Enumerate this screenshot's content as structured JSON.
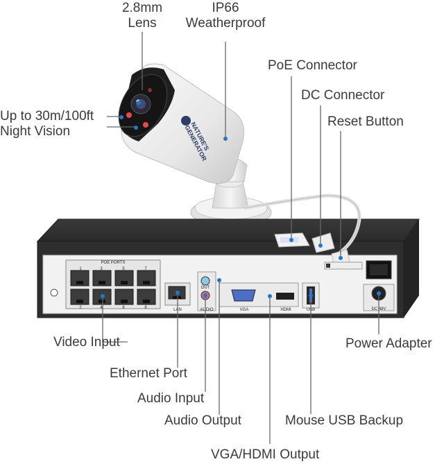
{
  "callouts": {
    "lens": [
      "2.8mm",
      "Lens"
    ],
    "weatherproof": [
      "IP66",
      "Weatherproof"
    ],
    "night_vision": [
      "Up to 30m/100ft",
      "Night Vision"
    ],
    "poe_connector": "PoE Connector",
    "dc_connector": "DC Connector",
    "reset_button": "Reset Button",
    "video_input": "Video Input",
    "ethernet_port": "Ethernet Port",
    "audio_input": "Audio Input",
    "audio_output": "Audio Output",
    "vga_hdmi_output": "VGA/HDMI Output",
    "mouse_usb_backup": "Mouse USB Backup",
    "power_adapter": "Power Adapter"
  },
  "camera": {
    "brand": [
      "NATURE'S",
      "GENERATOR"
    ]
  },
  "nvr_panel": {
    "poe_ports": "POE PORTS",
    "port_numbers_top": [
      "1",
      "3",
      "5",
      "7"
    ],
    "port_numbers_bottom": [
      "2",
      "4",
      "6",
      "8"
    ],
    "lan": "LAN",
    "audio": "AUDIO",
    "out": "OUT",
    "vga": "VGA",
    "hdmi": "HDMI",
    "usb": "USB",
    "dc": "DC 48V"
  },
  "colors": {
    "label_text": "#3a3a3a",
    "leader_line": "#666666",
    "nvr_body": "#2e2e2e",
    "nvr_panel": "#f2f2f2",
    "accent_dot": "#1e78d2"
  }
}
